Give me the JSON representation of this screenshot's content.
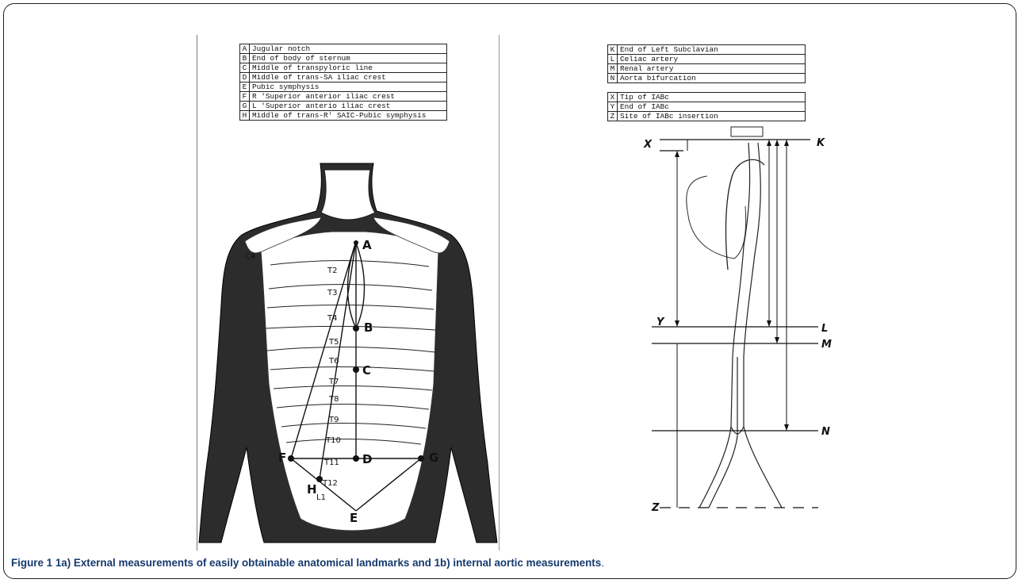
{
  "figure_a": {
    "legend": [
      {
        "key": "A",
        "text": "Jugular notch"
      },
      {
        "key": "B",
        "text": "End of body of sternum"
      },
      {
        "key": "C",
        "text": "Middle of transpyloric line"
      },
      {
        "key": "D",
        "text": "Middle of trans-SA iliac crest"
      },
      {
        "key": "E",
        "text": "Pubic symphysis"
      },
      {
        "key": "F",
        "text": "R 'Superior anterior iliac crest"
      },
      {
        "key": "G",
        "text": "L 'Superior anterio iliac crest"
      },
      {
        "key": "H",
        "text": "Middle of trans-R' SAIC-Pubic symphysis"
      }
    ],
    "vertebra_labels": [
      "C4",
      "T2",
      "T3",
      "T4",
      "T5",
      "T6",
      "T7",
      "T8",
      "T9",
      "T10",
      "T11",
      "T12",
      "L1"
    ],
    "point_labels": [
      "A",
      "B",
      "C",
      "D",
      "E",
      "F",
      "G",
      "H"
    ]
  },
  "figure_b": {
    "legend_1": [
      {
        "key": "K",
        "text": "End of Left Subclavian"
      },
      {
        "key": "L",
        "text": "Celiac artery"
      },
      {
        "key": "M",
        "text": "Renal artery"
      },
      {
        "key": "N",
        "text": "Aorta bifurcation"
      }
    ],
    "legend_2": [
      {
        "key": "X",
        "text": "Tip of IABc"
      },
      {
        "key": "Y",
        "text": "End of IABc"
      },
      {
        "key": "Z",
        "text": "Site of IABc insertion"
      }
    ],
    "level_labels": [
      "X",
      "K",
      "Y",
      "L",
      "M",
      "N",
      "Z"
    ]
  },
  "caption": {
    "figure_label": "Figure 1",
    "text": " 1a) External measurements of easily obtainable anatomical landmarks and 1b) internal aortic measurements",
    "period": "."
  }
}
